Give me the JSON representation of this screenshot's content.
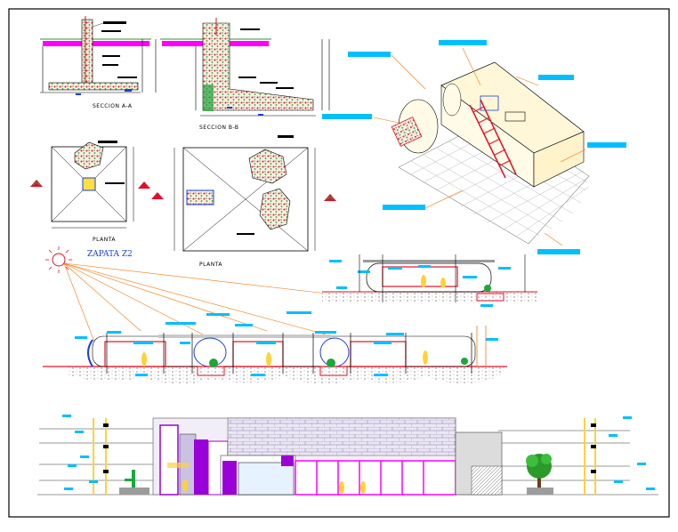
{
  "drawing": {
    "labels": {
      "section_a": "SECCION A-A",
      "section_b": "SECCION B-B",
      "plan_left": "PLANTA",
      "plan_right": "PLANTA",
      "footing": "ZAPATA Z2"
    },
    "colors": {
      "frame": "#000000",
      "cyan": "#00bfff",
      "blue": "#1a3fd8",
      "red": "#e0102a",
      "magenta": "#ff00ff",
      "purple": "#9a00d8",
      "green": "#1aa83a",
      "orange": "#f07a10",
      "yellow": "#ffe040",
      "grid": "#bcbcbc"
    }
  }
}
